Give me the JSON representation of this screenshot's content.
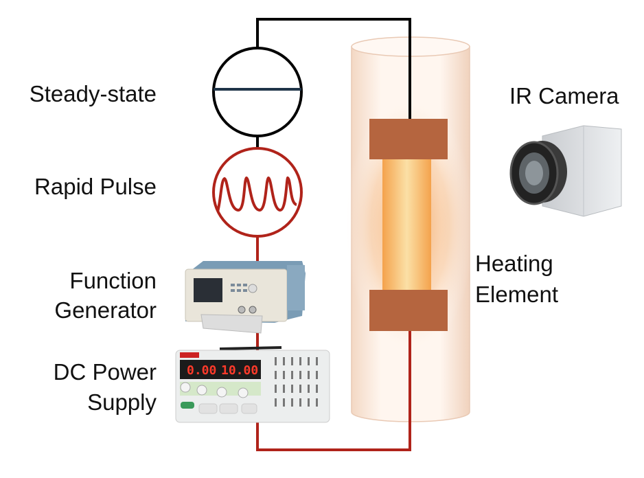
{
  "labels": {
    "steady_state": "Steady-state",
    "rapid_pulse": "Rapid Pulse",
    "function_generator": [
      "Function",
      "Generator"
    ],
    "dc_power_supply": [
      "DC Power",
      "Supply"
    ],
    "ir_camera": "IR Camera",
    "heating_element": [
      "Heating",
      "Element"
    ]
  },
  "power_supply_display": {
    "current": "0.00",
    "voltage": "10.00"
  },
  "colors": {
    "wire_top": "#000000",
    "wire_bottom": "#b0231a",
    "pulse_symbol": "#b0231a",
    "electrode": "#b5653f",
    "steady_line": "#1f3448"
  }
}
